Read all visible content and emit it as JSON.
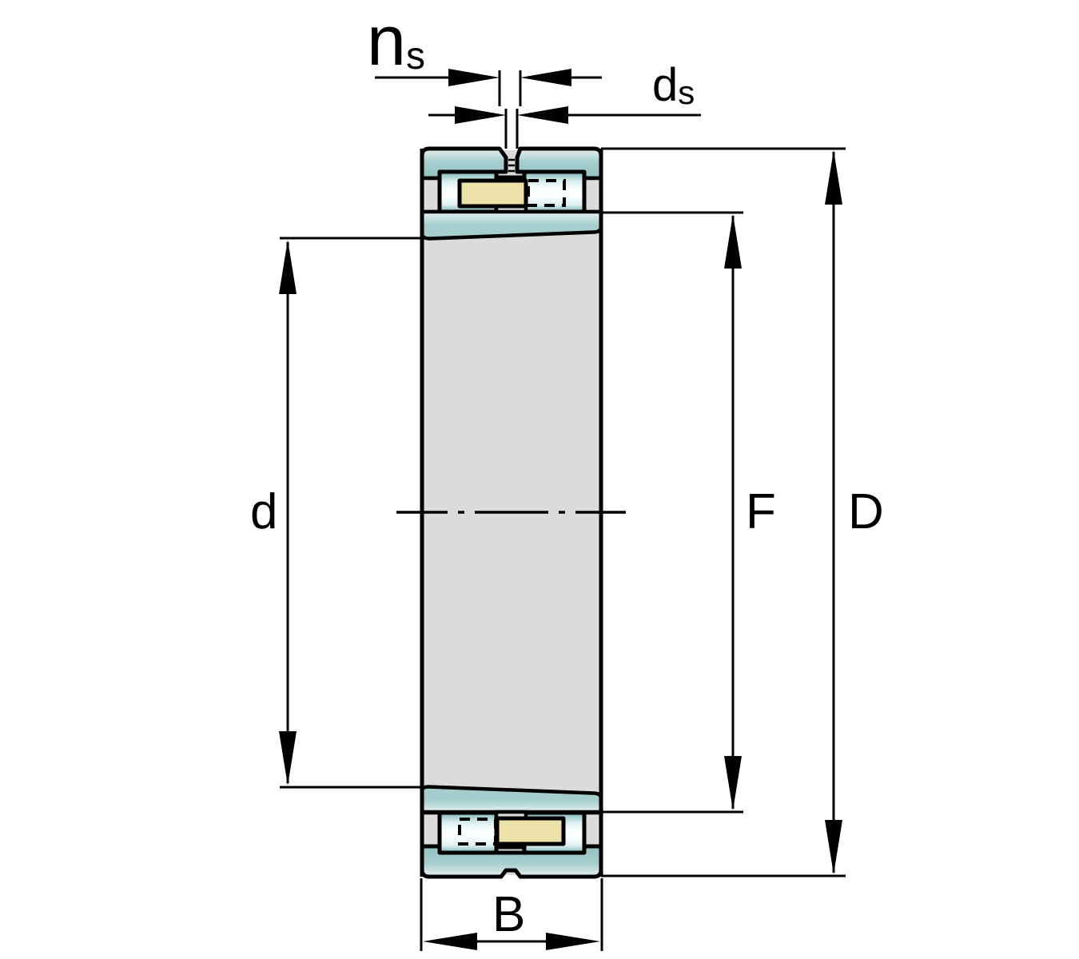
{
  "labels": {
    "ns": {
      "main": "n",
      "sub": "s"
    },
    "ds": {
      "main": "d",
      "sub": "s"
    },
    "bore": {
      "main": "d"
    },
    "raceway": {
      "main": "F"
    },
    "outside": {
      "main": "D"
    },
    "width": {
      "main": "B"
    }
  },
  "colors": {
    "line": "#000000",
    "bg": "#ffffff",
    "teal": "#a6cdcd",
    "teal-light": "#e7f1f1",
    "teal-deep": "#93c2c3",
    "roller-dark": "#7fb5b8",
    "roller-mid": "#ddeff0",
    "roller-light": "#fbffff",
    "cage-yellow": "#ece2a9",
    "metal-gray": "#dbdbdb"
  }
}
